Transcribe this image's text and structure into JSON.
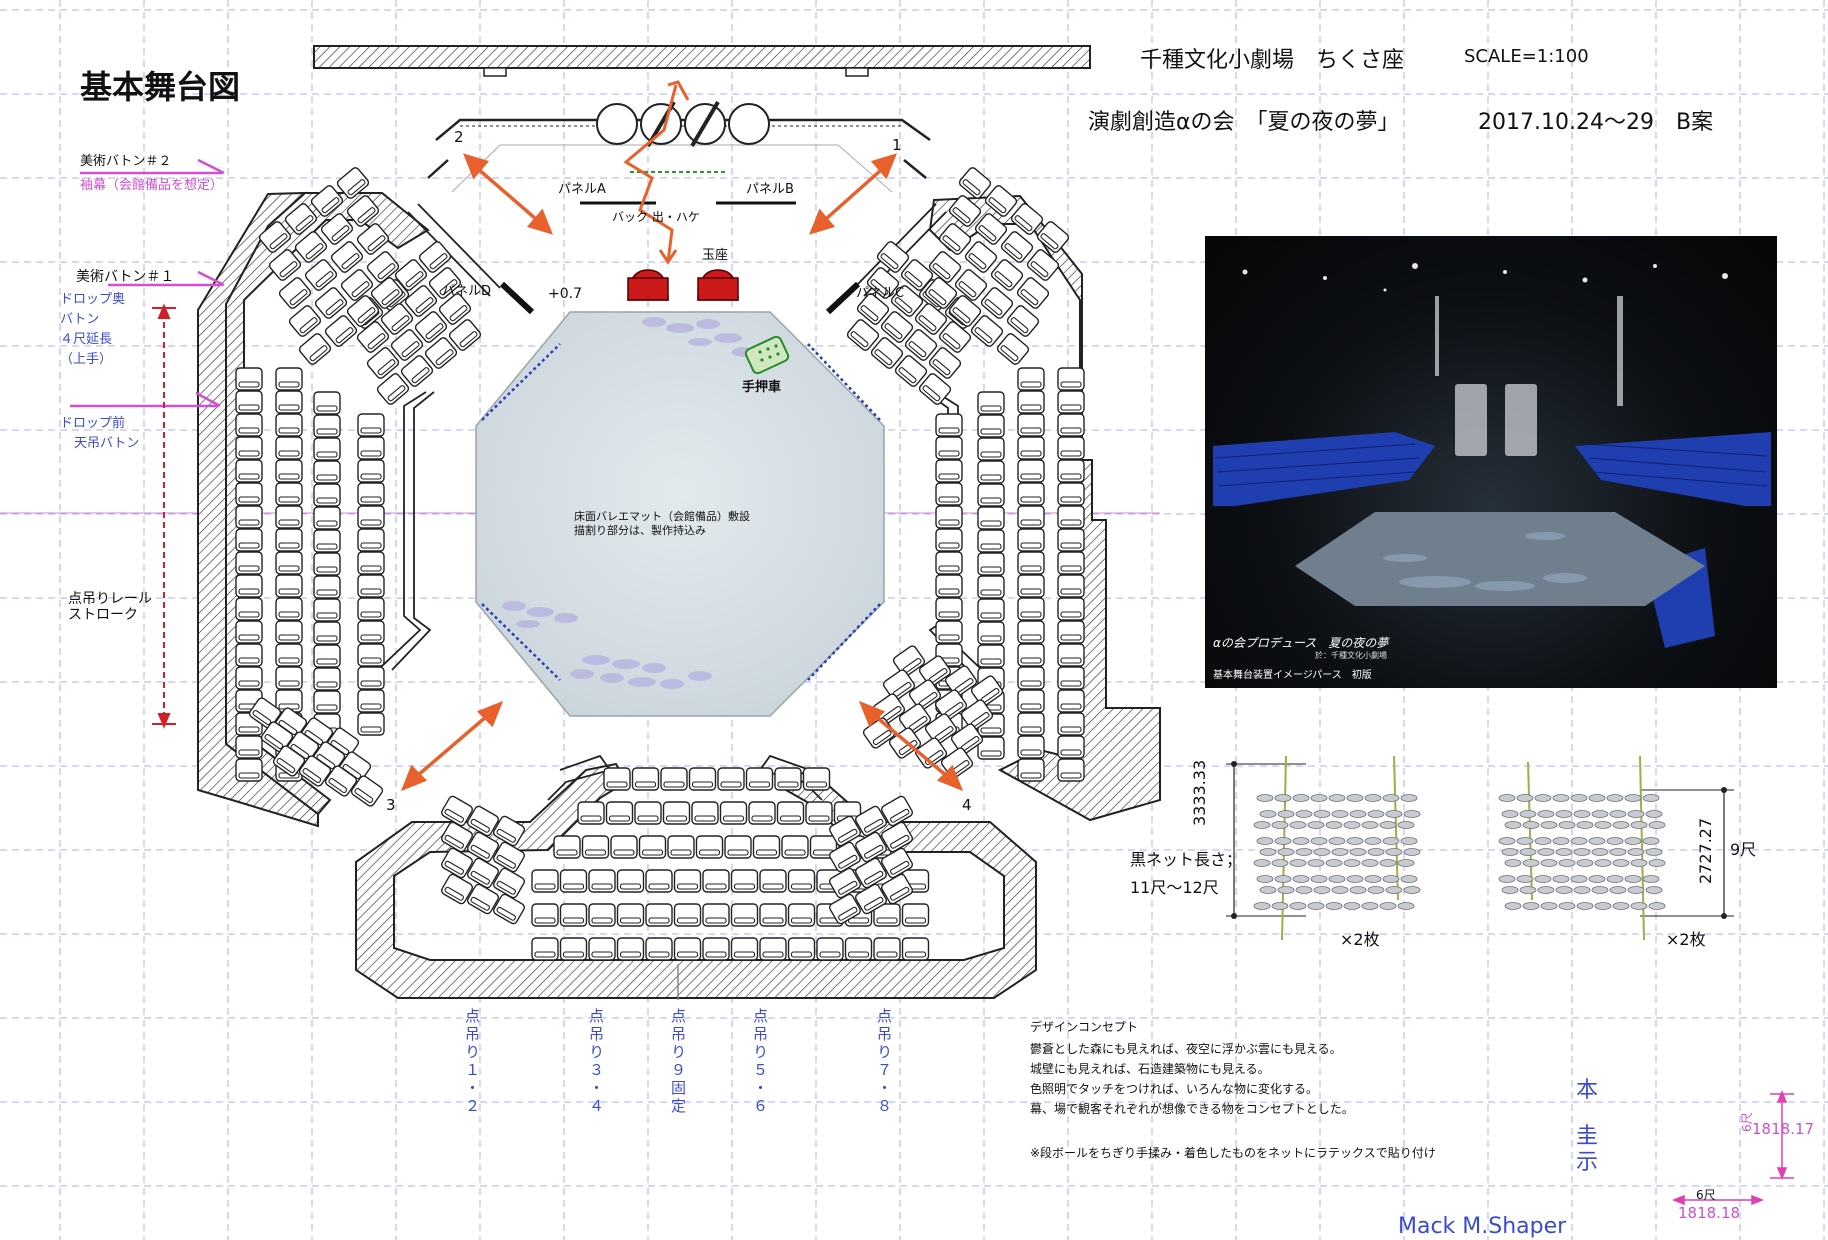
{
  "title": "基本舞台図",
  "header": {
    "venue": "千種文化小劇場　ちくさ座",
    "scale": "SCALE=1:100",
    "production": "演劇創造αの会　「夏の夜の夢」",
    "dates": "2017.10.24～29",
    "plan": "B案"
  },
  "batons": {
    "art2": "美術バトン＃２",
    "tsumaku": "袖幕（会館備品を想定）",
    "art1": "美術バトン＃１",
    "drop_back_1": "ドロップ奥",
    "drop_back_2": "バトン",
    "drop_back_3": "４尺延長",
    "drop_back_4": "（上手）",
    "drop_front_1": "ドロップ前",
    "drop_front_2": "天吊バトン",
    "rail_1": "点吊りレール",
    "rail_2": "ストローク"
  },
  "stage_labels": {
    "panel_a": "パネルA",
    "panel_b": "パネルB",
    "panel_c": "パネルC",
    "panel_d": "パネルD",
    "back_exit": "バック 出・ハケ",
    "throne": "玉座",
    "height": "+0.7",
    "cart": "手押車",
    "floor_1": "床面バレエマット（会館備品）敷設",
    "floor_2": "描割り部分は、製作持込み",
    "entrance_1": "1",
    "entrance_2": "2",
    "entrance_3": "3",
    "entrance_4": "4"
  },
  "point_hangs": [
    "点吊り１・２",
    "点吊り３・４",
    "点吊り９固定",
    "点吊り５・６",
    "点吊り７・８"
  ],
  "photo": {
    "caption_1": "αの会プロデュース　夏の夜の夢",
    "caption_2": "於：千種文化小劇場",
    "caption_3": "基本舞台装置イメージパース　初版"
  },
  "net": {
    "dim_left": "3333.33",
    "dim_right": "2727.27",
    "shaku_right": "9尺",
    "length_1": "黒ネット長さ；",
    "length_2": "11尺～12尺",
    "count_left": "×2枚",
    "count_right": "×2枚"
  },
  "concept": {
    "heading": "デザインコンセプト",
    "line_1": "鬱蒼とした森にも見えれば、夜空に浮かぶ雲にも見える。",
    "line_2": "城壁にも見えれば、石造建築物にも見える。",
    "line_3": "色照明でタッチをつければ、いろんな物に変化する。",
    "line_4": "幕、場で観客それぞれが想像できる物をコンセプトとした。",
    "note": "※段ボールをちぎり手揉み・着色したものをネットにラテックスで貼り付け"
  },
  "legend": {
    "kanji_1": "本",
    "kanji_2": "圭",
    "kanji_3": "示",
    "grid_v_dim": "1818.17",
    "grid_v_shaku": "6尺",
    "grid_h_dim": "1818.18",
    "grid_h_shaku": "6尺"
  },
  "author": "Mack M.Shaper",
  "colors": {
    "grid": "#9aa6e6",
    "arrow": "#e8602c",
    "magenta": "#d050d0",
    "red_dim": "#d0202a",
    "blue_text": "#3a4bd0",
    "throne": "#cc1a1a",
    "floor": "#dbe4ea"
  }
}
